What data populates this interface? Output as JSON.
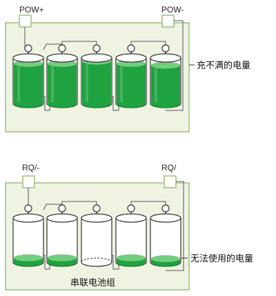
{
  "colors": {
    "panel_fill": "#eef3e2",
    "panel_border": "#9cc07a",
    "battery_green": "#1fa240",
    "battery_highlight": "#6fcf7e",
    "battery_outline": "#333333",
    "wire": "#555555"
  },
  "top_panel": {
    "terminal_left": "POW+",
    "terminal_right": "POW-",
    "annotation": "充不满的电量",
    "battery_fill_levels": [
      0.88,
      0.88,
      0.93,
      0.88,
      0.84
    ]
  },
  "bottom_panel": {
    "terminal_left": "RQ/-",
    "terminal_right": "RQ/",
    "annotation": "无法使用的电量",
    "caption": "串联电池组",
    "battery_fill_levels": [
      0.1,
      0.1,
      0.0,
      0.1,
      0.08
    ]
  }
}
